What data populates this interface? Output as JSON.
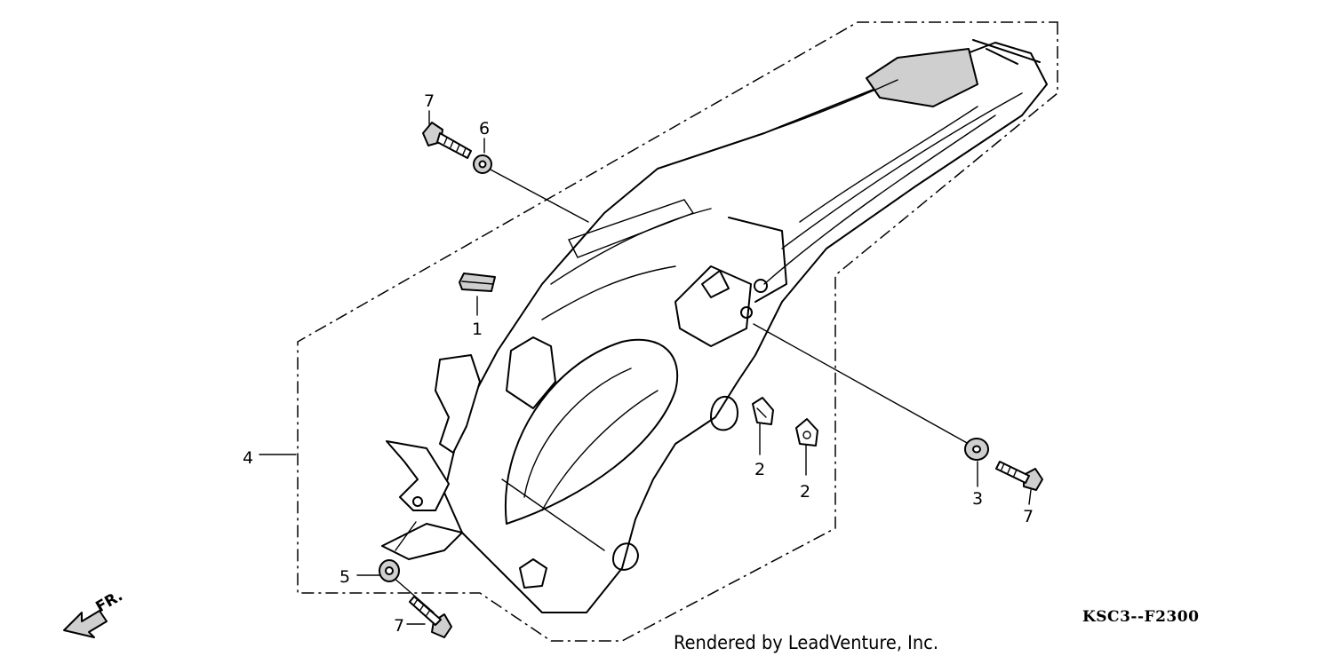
{
  "callouts": {
    "c1": "1",
    "c2a": "2",
    "c2b": "2",
    "c3": "3",
    "c4": "4",
    "c5": "5",
    "c6": "6",
    "c7a": "7",
    "c7b": "7",
    "c7c": "7"
  },
  "direction_label": "FR.",
  "diagram_code": "KSC3--F2300",
  "credit": "Rendered by LeadVenture, Inc."
}
